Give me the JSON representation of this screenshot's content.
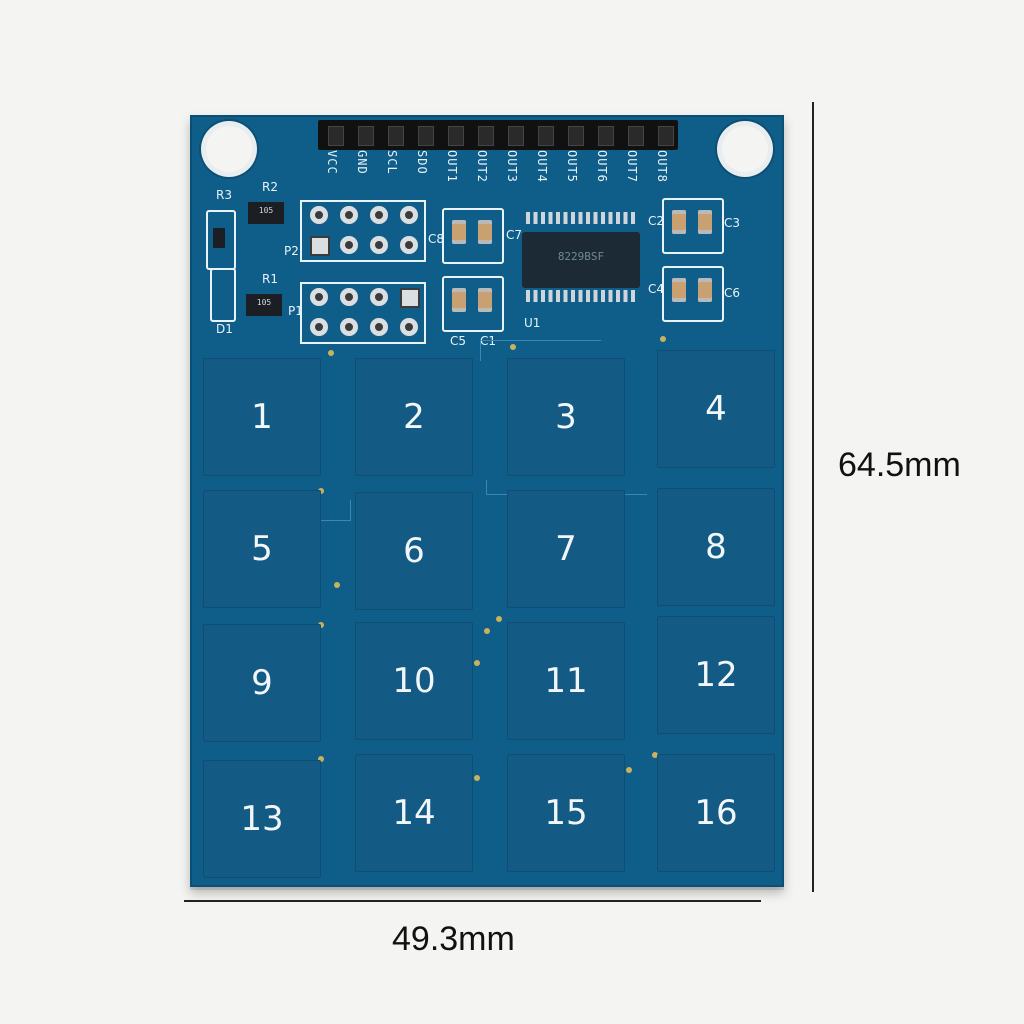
{
  "header_pins": [
    "VCC",
    "GND",
    "SCL",
    "SDO",
    "OUT1",
    "OUT2",
    "OUT3",
    "OUT4",
    "OUT5",
    "OUT6",
    "OUT7",
    "OUT8"
  ],
  "silkscreen": {
    "r1": "R1",
    "r2": "R2",
    "r3": "R3",
    "d1": "D1",
    "p1": "P1",
    "p2": "P2",
    "c1": "C1",
    "c2": "C2",
    "c3": "C3",
    "c4": "C4",
    "c5": "C5",
    "c6": "C6",
    "c7": "C7",
    "c8": "C8",
    "u1": "U1",
    "res_code": "105",
    "ic_marking": "8229BSF"
  },
  "pads": [
    "1",
    "2",
    "3",
    "4",
    "5",
    "6",
    "7",
    "8",
    "9",
    "10",
    "11",
    "12",
    "13",
    "14",
    "15",
    "16"
  ],
  "dimensions": {
    "height": "64.5mm",
    "width": "49.3mm"
  },
  "colors": {
    "pcb": "#0f5e8a",
    "pad": "#135b84",
    "silkscreen": "#e9f2f7"
  }
}
